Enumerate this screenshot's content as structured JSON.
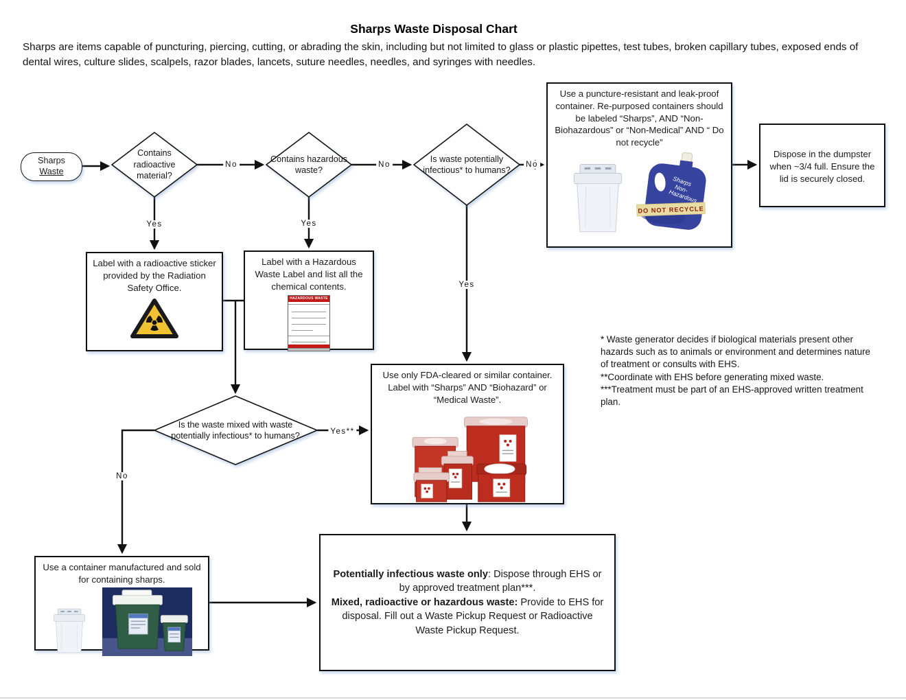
{
  "page": {
    "title": "Sharps Waste Disposal Chart",
    "intro": "Sharps are items capable of puncturing, piercing, cutting, or abrading the skin, including but not limited to glass or plastic pipettes, test tubes, broken capillary tubes, exposed ends of dental wires, culture slides, scalpels, razor blades, lancets, suture needles, needles, and syringes with needles."
  },
  "flow": {
    "start": {
      "line1": "Sharps",
      "line2": "Waste"
    },
    "d_radioactive": "Contains radioactive material?",
    "d_hazardous": "Contains hazardous waste?",
    "d_infectious": "Is waste potentially infectious* to humans?",
    "d_mixed": "Is the waste mixed with waste potentially infectious* to humans?",
    "labels": {
      "no1": "No",
      "no2": "No",
      "no3": "No",
      "yes1": "Yes",
      "yes2": "Yes",
      "yes3": "Yes",
      "yes_mixed": "Yes**",
      "no_mixed": "No"
    },
    "box_nonhaz": "Use a puncture-resistant and leak-proof container.  Re-purposed containers should be labeled  “Sharps”, AND “Non-Biohazardous” or “Non-Medical” AND “ Do not recycle”",
    "box_dumpster": "Dispose in the dumpster when  ~3/4 full. Ensure the lid is securely closed.",
    "box_radioactive": "Label with a radioactive sticker provided by the Radiation Safety Office.",
    "box_hazwaste": "Label with a Hazardous Waste Label  and list all the chemical contents.",
    "box_fda": "Use only FDA-cleared or similar container. Label with “Sharps” AND  “Biohazard” or “Medical Waste”.",
    "box_sharps_container": "Use a container manufactured and sold for containing sharps.",
    "box_final": {
      "bold1": "Potentially infectious waste only",
      "text1": ": Dispose through EHS or by approved treatment plan***.",
      "bold2": "Mixed, radioactive or hazardous waste:",
      "text2": " Provide to EHS for disposal.  Fill out a Waste Pickup Request or  Radioactive Waste Pickup Request."
    }
  },
  "notes": "* Waste generator decides if biological materials present other hazards such as to animals or environment and determines nature of treatment or consults with EHS.\n**Coordinate with EHS before generating mixed waste.\n***Treatment must be part of an EHS-approved written treatment plan.",
  "images": {
    "jug_text_line1": "Sharps",
    "jug_text_line2": "Non-",
    "jug_text_line3": "Hazardous",
    "jug_tape": "DO NOT RECYCLE",
    "hazlabel_title": "HAZARDOUS WASTE"
  },
  "colors": {
    "radiation_yellow": "#f2c230",
    "hazard_label_red": "#c11818",
    "sharps_container_red": "#bd2d1f",
    "jug_blue": "#36439f",
    "tape_tan": "#e8dca2",
    "green_container": "#2f5d45",
    "photo_navy": "#1d2c5e"
  }
}
